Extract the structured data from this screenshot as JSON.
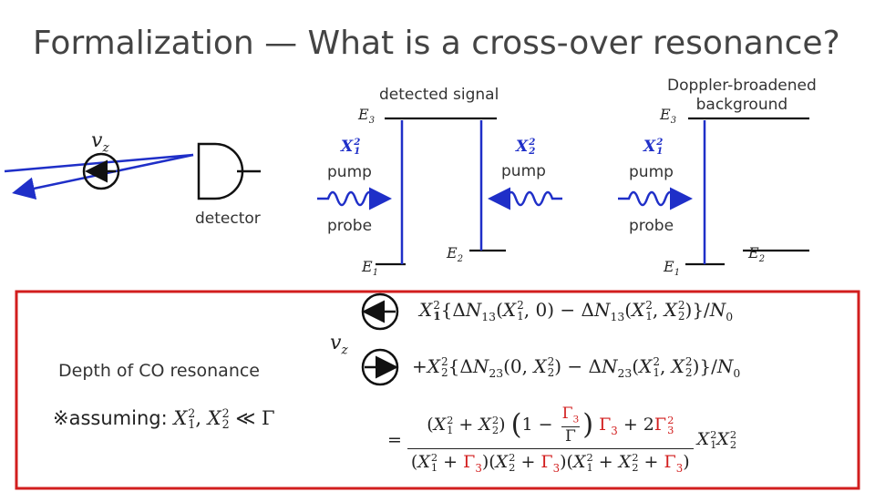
{
  "title": "Formalization — What is a cross-over resonance?",
  "labels": {
    "detected_signal": "detected signal",
    "doppler_bg": "Doppler-broadened\nbackground",
    "detector": "detector",
    "pump": "pump",
    "probe": "probe",
    "E1": "E1",
    "E2": "E2",
    "E3": "E3",
    "vz": "vz",
    "depth_of_co": "Depth of CO resonance",
    "assuming": "※assuming: X1², X2² ≪ Γ"
  },
  "equations": {
    "line1": "X1²{ΔN13(X1², 0) − ΔN13(X1², X2²)}/N0",
    "line2": "+X2²{ΔN23(0, X2²) − ΔN23(X1², X2²)}/N0",
    "line3": "= (X1² + X2²)(1 − Γ3/Γ) Γ3 + 2Γ3² / (X1² + Γ3)(X2² + Γ3)(X1² + X2² + Γ3) · X1²X2²"
  },
  "colors": {
    "accent_blue": "#1f2fc8",
    "box_red": "#d21e1e",
    "text": "#222222"
  },
  "icons": [
    "detector-icon",
    "atom-velocity-icon",
    "wavy-arrow-icon",
    "energy-level-icon"
  ]
}
